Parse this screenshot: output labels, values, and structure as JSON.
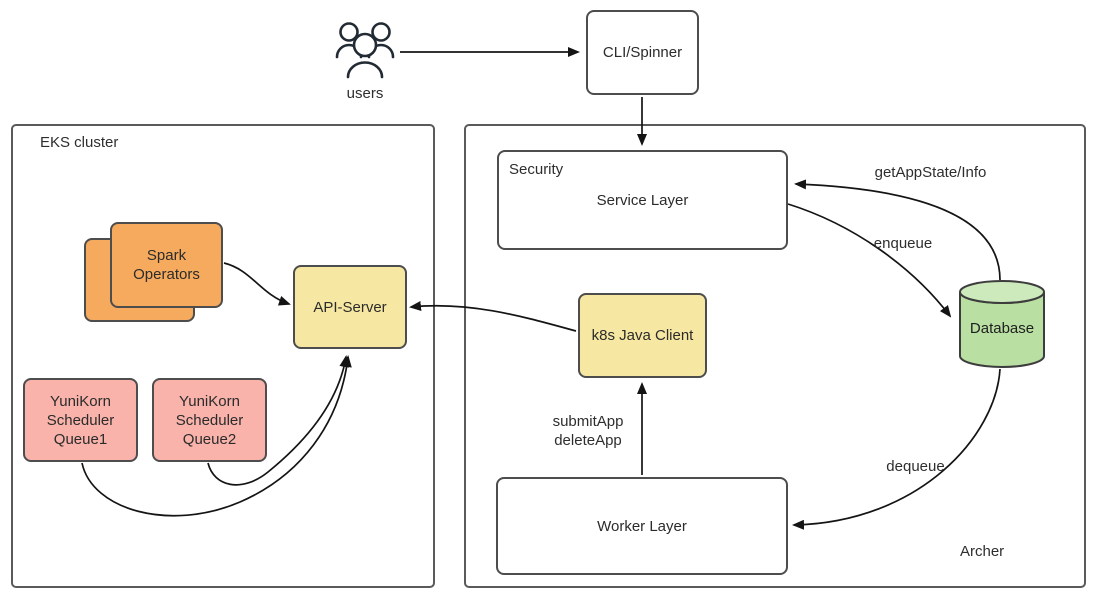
{
  "diagram_type": "architecture-diagram",
  "actors": {
    "users_label": "users"
  },
  "containers": {
    "eks_cluster_label": "EKS cluster",
    "archer_label": "Archer"
  },
  "nodes": {
    "cli_spinner": "CLI/Spinner",
    "spark_operators": "Spark\nOperators",
    "api_server": "API-Server",
    "yunikorn_queue1": "YuniKorn\nScheduler\nQueue1",
    "yunikorn_queue2": "YuniKorn\nScheduler\nQueue2",
    "security": "Security",
    "service_layer": "Service Layer",
    "k8s_java_client": "k8s Java Client",
    "worker_layer": "Worker Layer",
    "database": "Database"
  },
  "edges": {
    "get_app_state": "getAppState/Info",
    "enqueue": "enqueue",
    "dequeue": "dequeue",
    "submit_delete": "submitApp\ndeleteApp"
  },
  "colors": {
    "spark_operators_fill": "#f6aa5e",
    "api_server_fill": "#f6e8a2",
    "k8s_client_fill": "#f6e8a2",
    "yunikorn_fill": "#f9b3aa",
    "database_fill": "#b9dfa2",
    "database_top_fill": "#cdeabc",
    "shape_border": "#4d4d4d",
    "container_border": "#5a5a5a",
    "line": "#141414",
    "text": "#2e2e2e"
  }
}
